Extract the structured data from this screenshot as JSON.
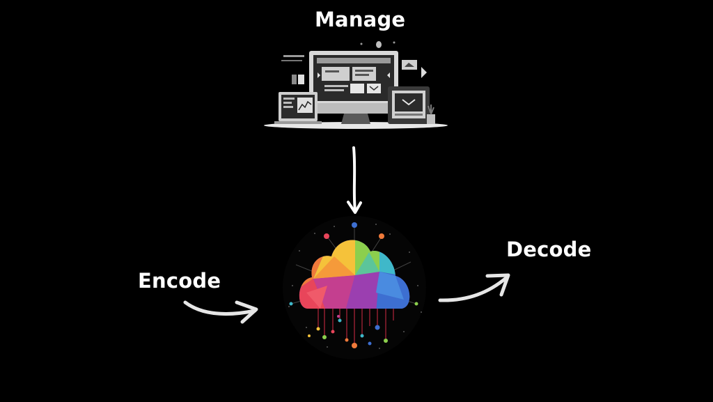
{
  "labels": {
    "manage": "Manage",
    "encode": "Encode",
    "decode": "Decode"
  },
  "colors": {
    "background": "#000000",
    "text": "#ffffff",
    "arrow": "#ffffff",
    "cloud_palette": [
      "#e8455a",
      "#f07a3a",
      "#f5c23a",
      "#8ccf4d",
      "#3fb8c9",
      "#3d6fd1",
      "#6b4bc4",
      "#c43f8f"
    ]
  },
  "icons": {
    "manage_illustration": "devices-dashboard-icon",
    "cloud_illustration": "data-cloud-icon"
  }
}
